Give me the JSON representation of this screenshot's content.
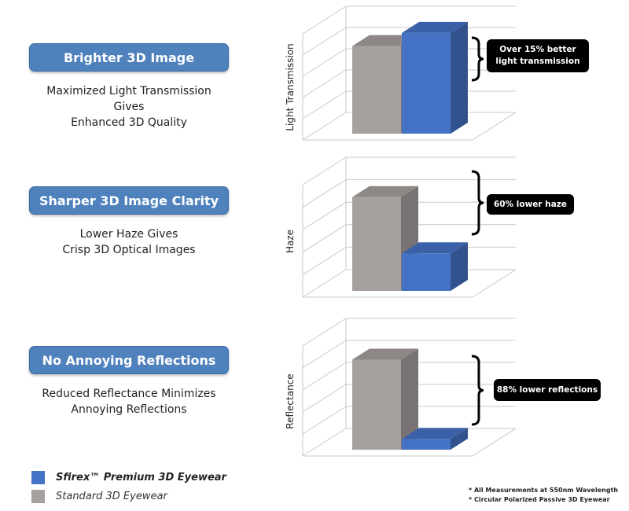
{
  "panels": [
    {
      "title": "Brighter 3D Image",
      "desc": [
        "Maximized Light Transmission Gives",
        "Enhanced 3D Quality"
      ]
    },
    {
      "title": "Sharper 3D Image Clarity",
      "desc": [
        "Lower Haze Gives",
        "Crisp 3D Optical Images"
      ]
    },
    {
      "title": "No Annoying Reflections",
      "desc": [
        "Reduced Reflectance Minimizes",
        "Annoying Reflections"
      ]
    }
  ],
  "callouts": [
    {
      "lines": [
        "Over 15% better",
        "light transmission"
      ]
    },
    {
      "lines": [
        "60% lower haze"
      ]
    },
    {
      "lines": [
        "88% lower reflections"
      ]
    }
  ],
  "legend": [
    {
      "label": "Sfirex™ Premium 3D Eyewear",
      "color": "#4472c4"
    },
    {
      "label": "Standard 3D Eyewear",
      "color": "#a6a09e"
    }
  ],
  "notes": [
    "* All Measurements at 550nm Wavelength",
    "* Circular Polarized Passive 3D Eyewear"
  ],
  "colors": {
    "premium": "#4472c4",
    "standard": "#a6a09e",
    "button": "#4f81bd"
  },
  "chart_data": [
    {
      "type": "bar",
      "ylabel": "Light Transmission",
      "categories": [
        "Standard 3D Eyewear",
        "Sfirex™ Premium 3D Eyewear"
      ],
      "values": [
        1.0,
        1.15
      ],
      "ylim": [
        0,
        1.4
      ],
      "grid": true
    },
    {
      "type": "bar",
      "ylabel": "Haze",
      "categories": [
        "Standard 3D Eyewear",
        "Sfirex™ Premium 3D Eyewear"
      ],
      "values": [
        1.0,
        0.4
      ],
      "ylim": [
        0,
        1.35
      ],
      "grid": true
    },
    {
      "type": "bar",
      "ylabel": "Reflectance",
      "categories": [
        "Standard 3D Eyewear",
        "Sfirex™ Premium 3D Eyewear"
      ],
      "values": [
        1.0,
        0.12
      ],
      "ylim": [
        0,
        1.38
      ],
      "grid": true
    }
  ]
}
